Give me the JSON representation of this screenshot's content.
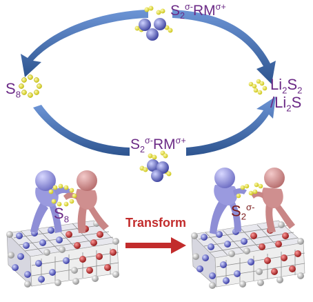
{
  "colors": {
    "arrow_blue": "#3d6cad",
    "label_purple": "#6b2a86",
    "label_maroon": "#7a1a1a",
    "transform_red": "#c22c2c",
    "figure_blue": "#8e8ed6",
    "figure_pink": "#c98686",
    "sulfur_yellow": "#e6e21f",
    "lattice_blue": "#1f2bb0",
    "lattice_red": "#b21e1e",
    "lattice_gray": "#b8b8b8"
  },
  "cycle": {
    "top_label": {
      "main": "S",
      "sub": "2",
      "sup": "σ-",
      "rest": "RM",
      "sup2": "σ+"
    },
    "bottom_label": {
      "main": "S",
      "sub": "2",
      "sup": "σ-",
      "rest": "RM",
      "sup2": "σ+"
    },
    "left_label": {
      "main": "S",
      "sub": "8"
    },
    "right_label_line1": {
      "main": "Li",
      "sub": "2",
      "rest": "S",
      "sub2": "2"
    },
    "right_label_line2": {
      "prefix": "/Li",
      "sub": "2",
      "rest": "S"
    }
  },
  "bottom_scene": {
    "left_label": {
      "main": "S",
      "sub": "8"
    },
    "right_label": {
      "main": "S",
      "sub": "2",
      "sup": "σ-"
    },
    "transform_label": "Transform"
  }
}
